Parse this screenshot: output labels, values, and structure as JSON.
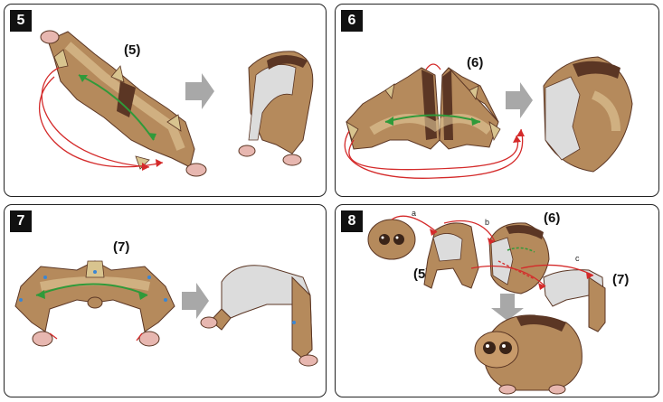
{
  "steps": [
    {
      "number": "5",
      "part_label": "(5)"
    },
    {
      "number": "6",
      "part_label": "(6)"
    },
    {
      "number": "7",
      "part_label": "(7)"
    },
    {
      "number": "8",
      "part_labels": [
        "(5)",
        "(6)",
        "(7)"
      ],
      "join_letters": [
        "a",
        "b",
        "c"
      ]
    }
  ],
  "colors": {
    "fur": "#b58a5c",
    "fur_light": "#e3c99a",
    "fur_dark": "#5b3624",
    "inside": "#dcdcdc",
    "tab": "#d8c48f",
    "arrow_red": "#d42a2a",
    "arrow_green": "#2f9a3a",
    "step_arrow": "#a8a8a8"
  }
}
